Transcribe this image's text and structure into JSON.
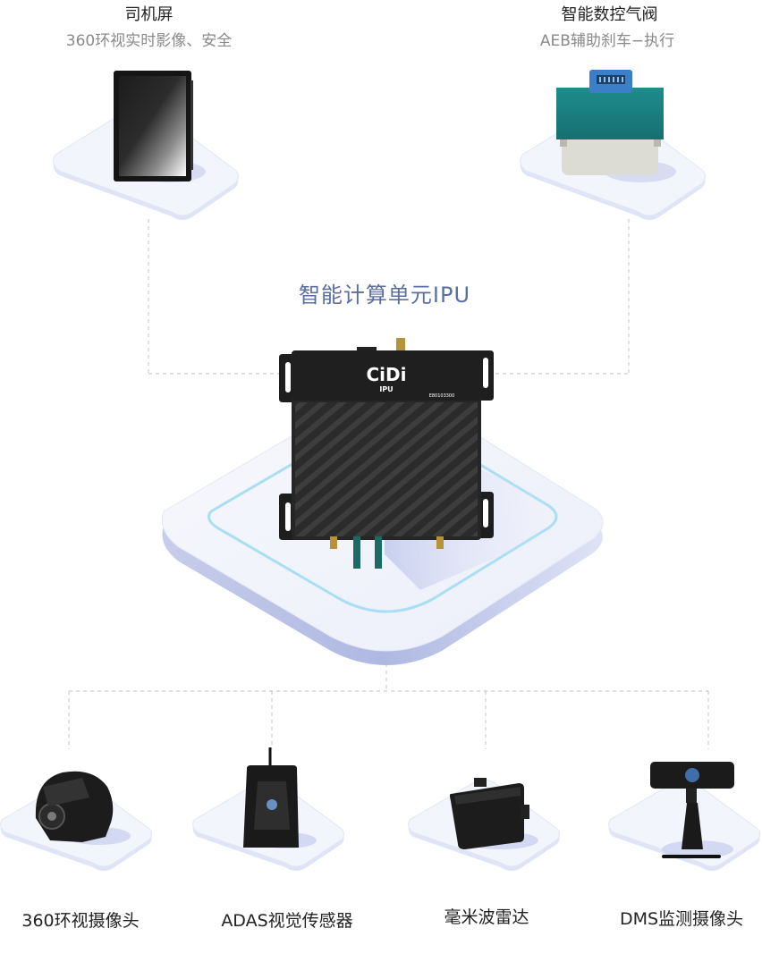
{
  "top_left": {
    "title": "司机屏",
    "subtitle": "360环视实时影像、安全"
  },
  "top_right": {
    "title": "智能数控气阀",
    "subtitle": "AEB辅助刹车−执行"
  },
  "center": {
    "title": "智能计算单元IPU",
    "brand": "CiDi",
    "model": "IPU",
    "serial": "E80103300"
  },
  "bottom": [
    {
      "label": "360环视摄像头"
    },
    {
      "label": "ADAS视觉传感器"
    },
    {
      "label": "毫米波雷达"
    },
    {
      "label": "DMS监测摄像头"
    }
  ],
  "colors": {
    "platform": "#eef1fb",
    "platform_edge": "#c9d0ef",
    "ring": "#9fdcf2",
    "connector": "#cfd3d8",
    "title_accent": "#5a6fa0"
  }
}
